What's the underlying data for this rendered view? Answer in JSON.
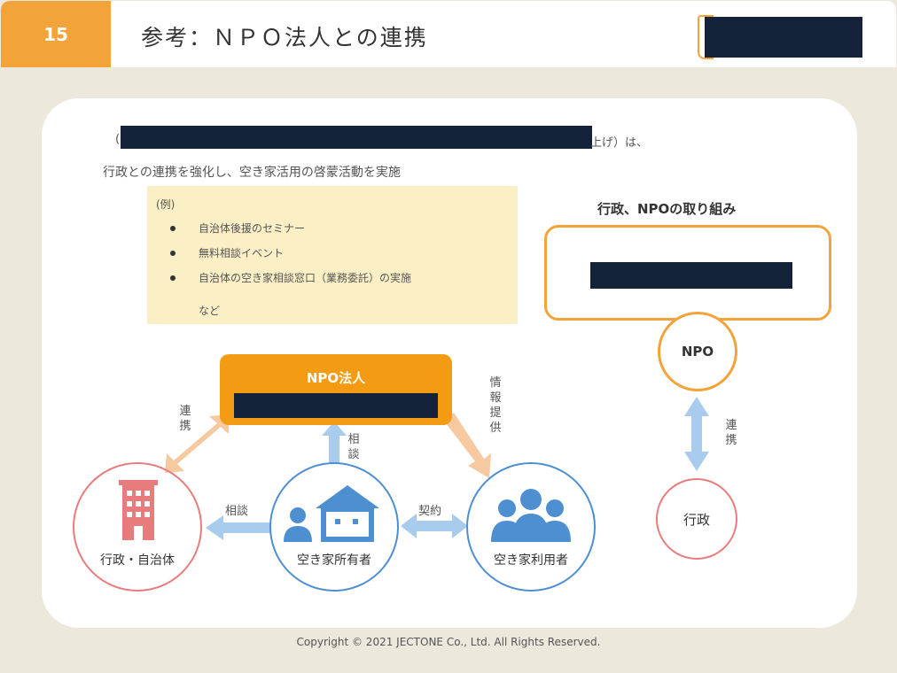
{
  "header": {
    "page_number": "15",
    "title": "参考：ＮＰＯ法人との連携"
  },
  "intro": {
    "head_fragment": "(",
    "tail_fragment": "上げ）は、",
    "line2": "行政との連携を強化し、空き家活用の啓蒙活動を実施"
  },
  "examples": {
    "label": "(例)",
    "items": [
      "自治体後援のセミナー",
      "無料相談イベント",
      "自治体の空き家相談窓口（業務委託）の実施"
    ],
    "more": "など"
  },
  "right_panel": {
    "title": "行政、NPOの取り組み",
    "npo_label": "NPO",
    "gov_label": "行政",
    "link_label": "連携"
  },
  "diagram": {
    "npo_corp_title": "NPO法人",
    "left_arrow_label": "連携",
    "right_arrow_label": "情報提供",
    "up_arrow_label": "相談",
    "gov_label": "行政・自治体",
    "owner_label": "空き家所有者",
    "user_label": "空き家利用者",
    "owner_to_gov_label": "相談",
    "owner_user_label": "契約"
  },
  "colors": {
    "accent_orange": "#f2a33a",
    "npo_orange": "#f39b12",
    "blue": "#4d8fd1",
    "light_blue": "#a9cbed",
    "pink": "#e87c7c",
    "peach": "#f7c9a0",
    "example_bg": "#fbefc6"
  },
  "footer": {
    "copyright": "Copyright © 2021 JECTONE Co., Ltd. All Rights Reserved."
  }
}
